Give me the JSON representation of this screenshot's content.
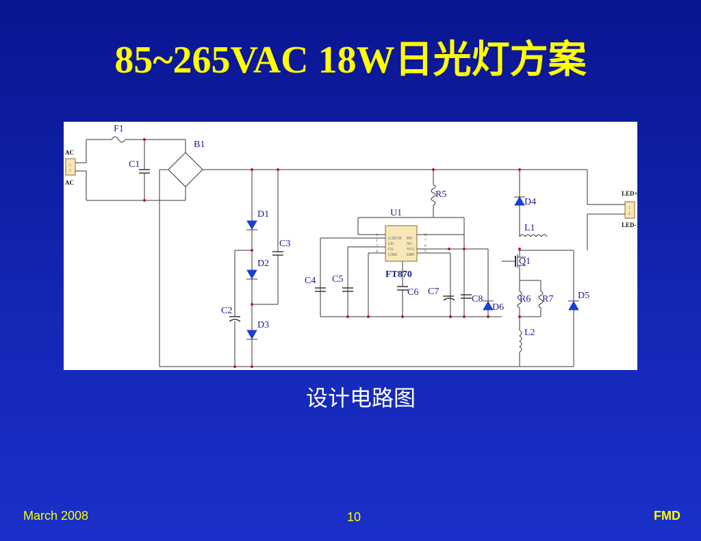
{
  "title": "85~265VAC 18W日光灯方案",
  "caption": "设计电路图",
  "footer": {
    "date": "March 2008",
    "page": "10",
    "brand": "FMD"
  },
  "schematic": {
    "labels": {
      "F1": "F1",
      "B1": "B1",
      "C1": "C1",
      "AC_top": "AC",
      "AC_bottom": "AC",
      "D1": "D1",
      "D2": "D2",
      "D3": "D3",
      "C2": "C2",
      "C3": "C3",
      "U1": "U1",
      "FT870": "FT870",
      "R5": "R5",
      "C4": "C4",
      "C5": "C5",
      "C6": "C6",
      "C7": "C7",
      "C8": "C8",
      "D6": "D6",
      "D4": "D4",
      "L1": "L1",
      "Q1": "Q1",
      "R6": "R6",
      "R7": "R7",
      "D5": "D5",
      "L2": "L2",
      "LED_plus": "LED+",
      "LED_minus": "LED-"
    },
    "ic_pins_left": [
      "LATCH",
      "LD",
      "CS",
      "GND"
    ],
    "ic_pins_right": [
      "HV",
      "NC",
      "VCC",
      "DRV"
    ],
    "ic_pin_nums_left": [
      "1",
      "2",
      "3",
      "4"
    ],
    "ic_pin_nums_right": [
      "8",
      "7",
      "6",
      "5"
    ],
    "conn_pins": [
      "1",
      "2"
    ]
  }
}
